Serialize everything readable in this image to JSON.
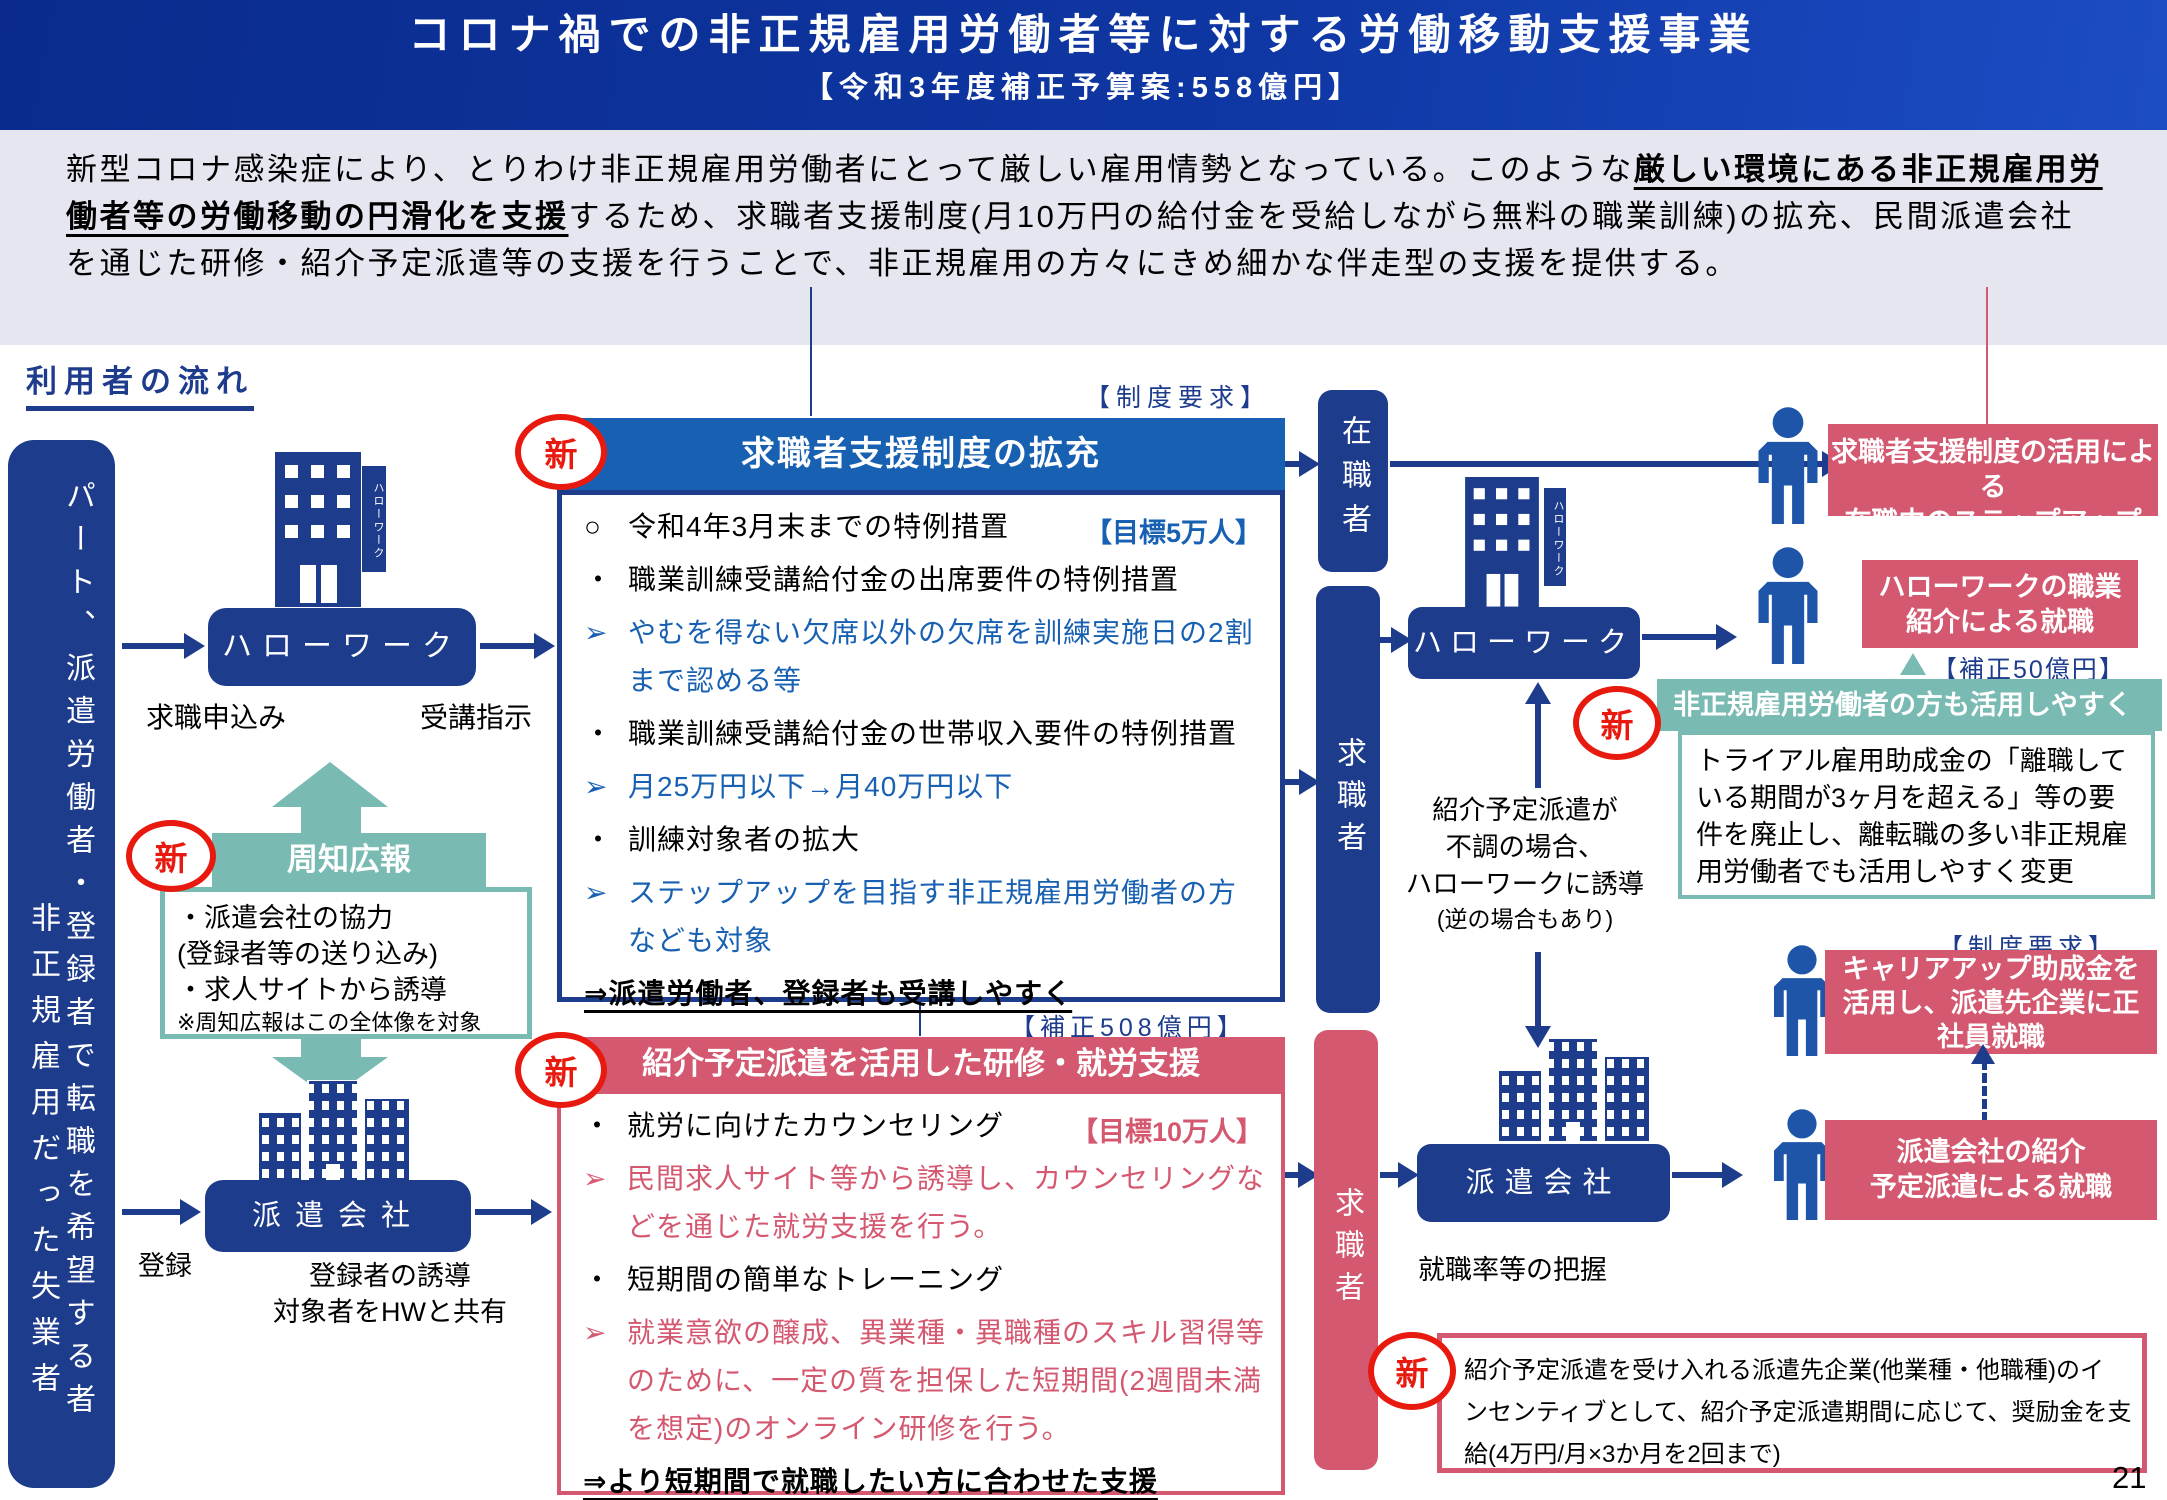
{
  "colors": {
    "navy": "#1e3c8c",
    "blue": "#1760b2",
    "teal": "#79bab2",
    "pink": "#d4586f",
    "red": "#e8190e",
    "banner_blue": "#0e36a2",
    "intro_bg": "#e6e6f1"
  },
  "banner": {
    "title": "コロナ禍での非正規雇用労働者等に対する労働移動支援事業",
    "subtitle": "【令和3年度補正予算案:558億円】"
  },
  "intro": {
    "pre": "新型コロナ感染症により、とりわけ非正規雇用労働者にとって厳しい雇用情勢となっている。このような",
    "emphasis": "厳しい環境にある非正規雇用労働者等の労働移動の円滑化を支援",
    "post": "するため、求職者支援制度(月10万円の給付金を受給しながら無料の職業訓練)の拡充、民間派遣会社を通じた研修・紹介予定派遣等の支援を行うことで、非正規雇用の方々にきめ細かな伴走型の支援を提供する。"
  },
  "flow": {
    "heading": "利用者の流れ"
  },
  "badges": {
    "new": "新"
  },
  "left_box": {
    "col_right": "パート、派遣労働者・登録者で転職を希望する者",
    "col_left": "非正規雇用だった失業者"
  },
  "hw1": {
    "name": "ハローワーク",
    "sign": "ハローワーク",
    "label_left": "求職申込み",
    "label_right": "受講指示"
  },
  "shuchi": {
    "title": "周知広報",
    "lines": "・派遣会社の協力\n (登録者等の送り込み)\n・求人サイトから誘導",
    "note": "※周知広報はこの全体像を対象"
  },
  "agency1": {
    "name": "派遣会社",
    "label_left": "登録",
    "label_below": "登録者の誘導\n対象者をHWと共有"
  },
  "blue_panel": {
    "tag": "【制度要求】",
    "title": "求職者支援制度の拡充",
    "target": "【目標5万人】",
    "items": [
      {
        "m": "○",
        "t": "令和4年3月末までの特例措置",
        "a": false
      },
      {
        "m": "・",
        "t": "職業訓練受講給付金の出席要件の特例措置",
        "a": false
      },
      {
        "m": "➢",
        "t": "やむを得ない欠席以外の欠席を訓練実施日の2割まで認める等",
        "a": true
      },
      {
        "m": "・",
        "t": "職業訓練受講給付金の世帯収入要件の特例措置",
        "a": false
      },
      {
        "m": "➢",
        "t": "月25万円以下→月40万円以下",
        "a": true
      },
      {
        "m": "・",
        "t": "訓練対象者の拡大",
        "a": false
      },
      {
        "m": "➢",
        "t": "ステップアップを目指す非正規雇用労働者の方なども対象",
        "a": true
      }
    ],
    "conclusion": "⇒派遣労働者、登録者も受講しやすく"
  },
  "budget_508": "【補正508億円】",
  "pink_panel": {
    "title": "紹介予定派遣を活用した研修・就労支援",
    "target": "【目標10万人】",
    "items": [
      {
        "m": "・",
        "t": "就労に向けたカウンセリング",
        "a": false
      },
      {
        "m": "➢",
        "t": "民間求人サイト等から誘導し、カウンセリングなどを通じた就労支援を行う。",
        "a": true
      },
      {
        "m": "・",
        "t": "短期間の簡単なトレーニング",
        "a": false
      },
      {
        "m": "➢",
        "t": "就業意欲の醸成、異業種・異職種のスキル習得等のために、一定の質を担保した短期間(2週間未満を想定)のオンライン研修を行う。",
        "a": true
      }
    ],
    "conclusion": "⇒より短期間で就職したい方に合わせた支援"
  },
  "mid": {
    "zaishokusha": "在職者",
    "kyushokusha_navy": "求職者",
    "kyushokusha_pink": "求職者"
  },
  "hw2": {
    "name": "ハローワーク",
    "sign": "ハローワーク",
    "note": "紹介予定派遣が\n不調の場合、\nハローワークに誘導",
    "note_sub": "(逆の場合もあり)"
  },
  "agency2": {
    "name": "派遣会社",
    "label_below": "就職率等の把握"
  },
  "right": {
    "box1": "求職者支援制度の活用による\n在職中のステップアップ",
    "box2": "ハローワークの職業\n紹介による就職",
    "hosei50": "【補正50億円】",
    "teal_title": "非正規雇用労働者の方も活用しやすく",
    "teal_body": "トライアル雇用助成金の「離職して\nいる期間が3ヶ月を超える」等の要\n件を廃止し、離転職の多い非正規雇\n用労働者でも活用しやすく変更",
    "tag_mid": "【制度要求】",
    "box4": "キャリアアップ助成金を\n活用し、派遣先企業に正\n社員就職",
    "box5": "派遣会社の紹介\n予定派遣による就職",
    "bottom_note": "紹介予定派遣を受け入れる派遣先企業(他業種・他職種)のイ\nンセンティブとして、紹介予定派遣期間に応じて、奨励金を支\n給(4万円/月×3か月を2回まで)"
  },
  "page_number": "21"
}
